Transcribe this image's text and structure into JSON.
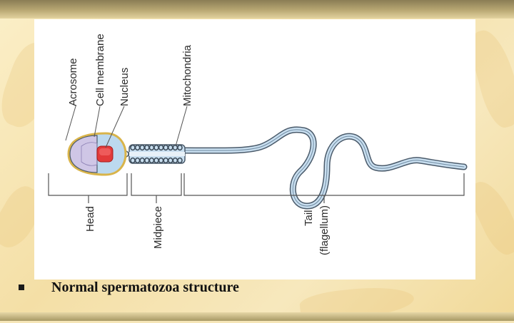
{
  "slide": {
    "caption": "Normal spermatozoa structure",
    "bullet_icon": "square-bullet-icon"
  },
  "diagram": {
    "labels": {
      "acrosome": "Acrosome",
      "cell_membrane": "Cell membrane",
      "nucleus": "Nucleus",
      "mitochondria": "Mitochondria",
      "head": "Head",
      "midpiece": "Midpiece",
      "tail": "Tail",
      "flagellum": "(flagellum)"
    },
    "colors": {
      "head_fill": "#bcd9ef",
      "acrosome_fill": "#cfc6e6",
      "nucleus_fill": "#e23a3a",
      "membrane_outline": "#d9b44a",
      "tail_fill": "#c9dff0",
      "outline": "#4a5a6a"
    }
  }
}
